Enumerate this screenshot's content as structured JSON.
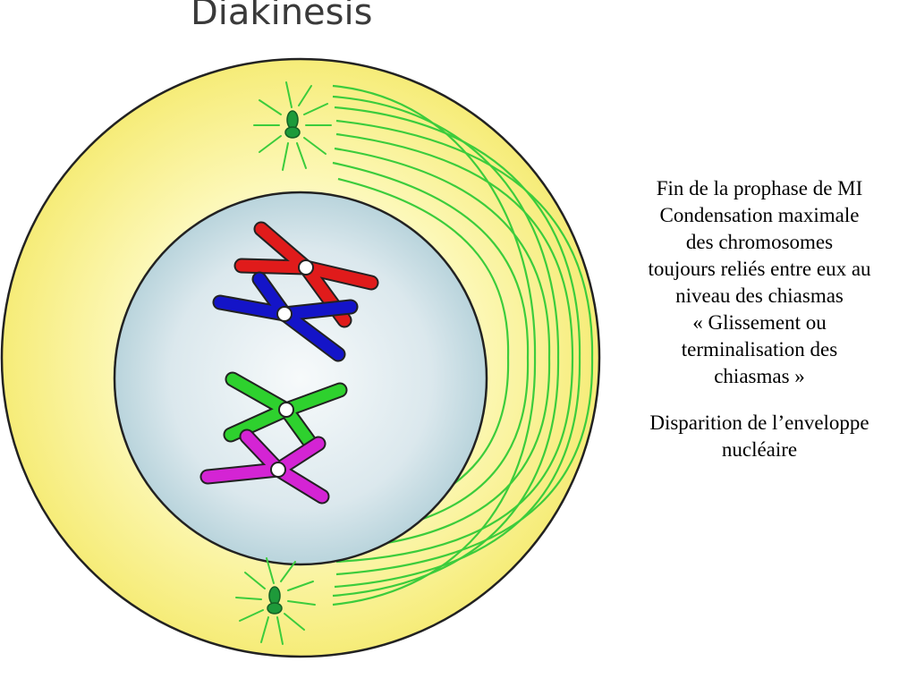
{
  "title": "Diakinesis",
  "description": {
    "lines": [
      "Fin de la prophase de MI",
      "Condensation maximale",
      "des chromosomes",
      "toujours reliés entre eux au",
      "niveau des chiasmas",
      "« Glissement ou",
      "terminalisation des",
      "chiasmas »"
    ],
    "second_block": [
      "Disparition de l’enveloppe",
      "nucléaire"
    ]
  },
  "colors": {
    "cytoplasm": "#fbf6a2",
    "nucleus_center": "#f4f8fa",
    "nucleus_edge": "#b9d4dc",
    "outline": "#222222",
    "spindle": "#3ccc3c",
    "centrosome": "#1e9a3a",
    "chromosome_red": "#e01b1b",
    "chromosome_blue": "#1414c8",
    "chromosome_green": "#2ed12e",
    "chromosome_magenta": "#d424d4",
    "centromere": "#ffffff"
  },
  "chromosome_pairs": [
    {
      "name": "red-blue-bivalent",
      "colors": [
        "chromosome_red",
        "chromosome_blue"
      ]
    },
    {
      "name": "green-magenta-bivalent",
      "colors": [
        "chromosome_green",
        "chromosome_magenta"
      ]
    }
  ]
}
